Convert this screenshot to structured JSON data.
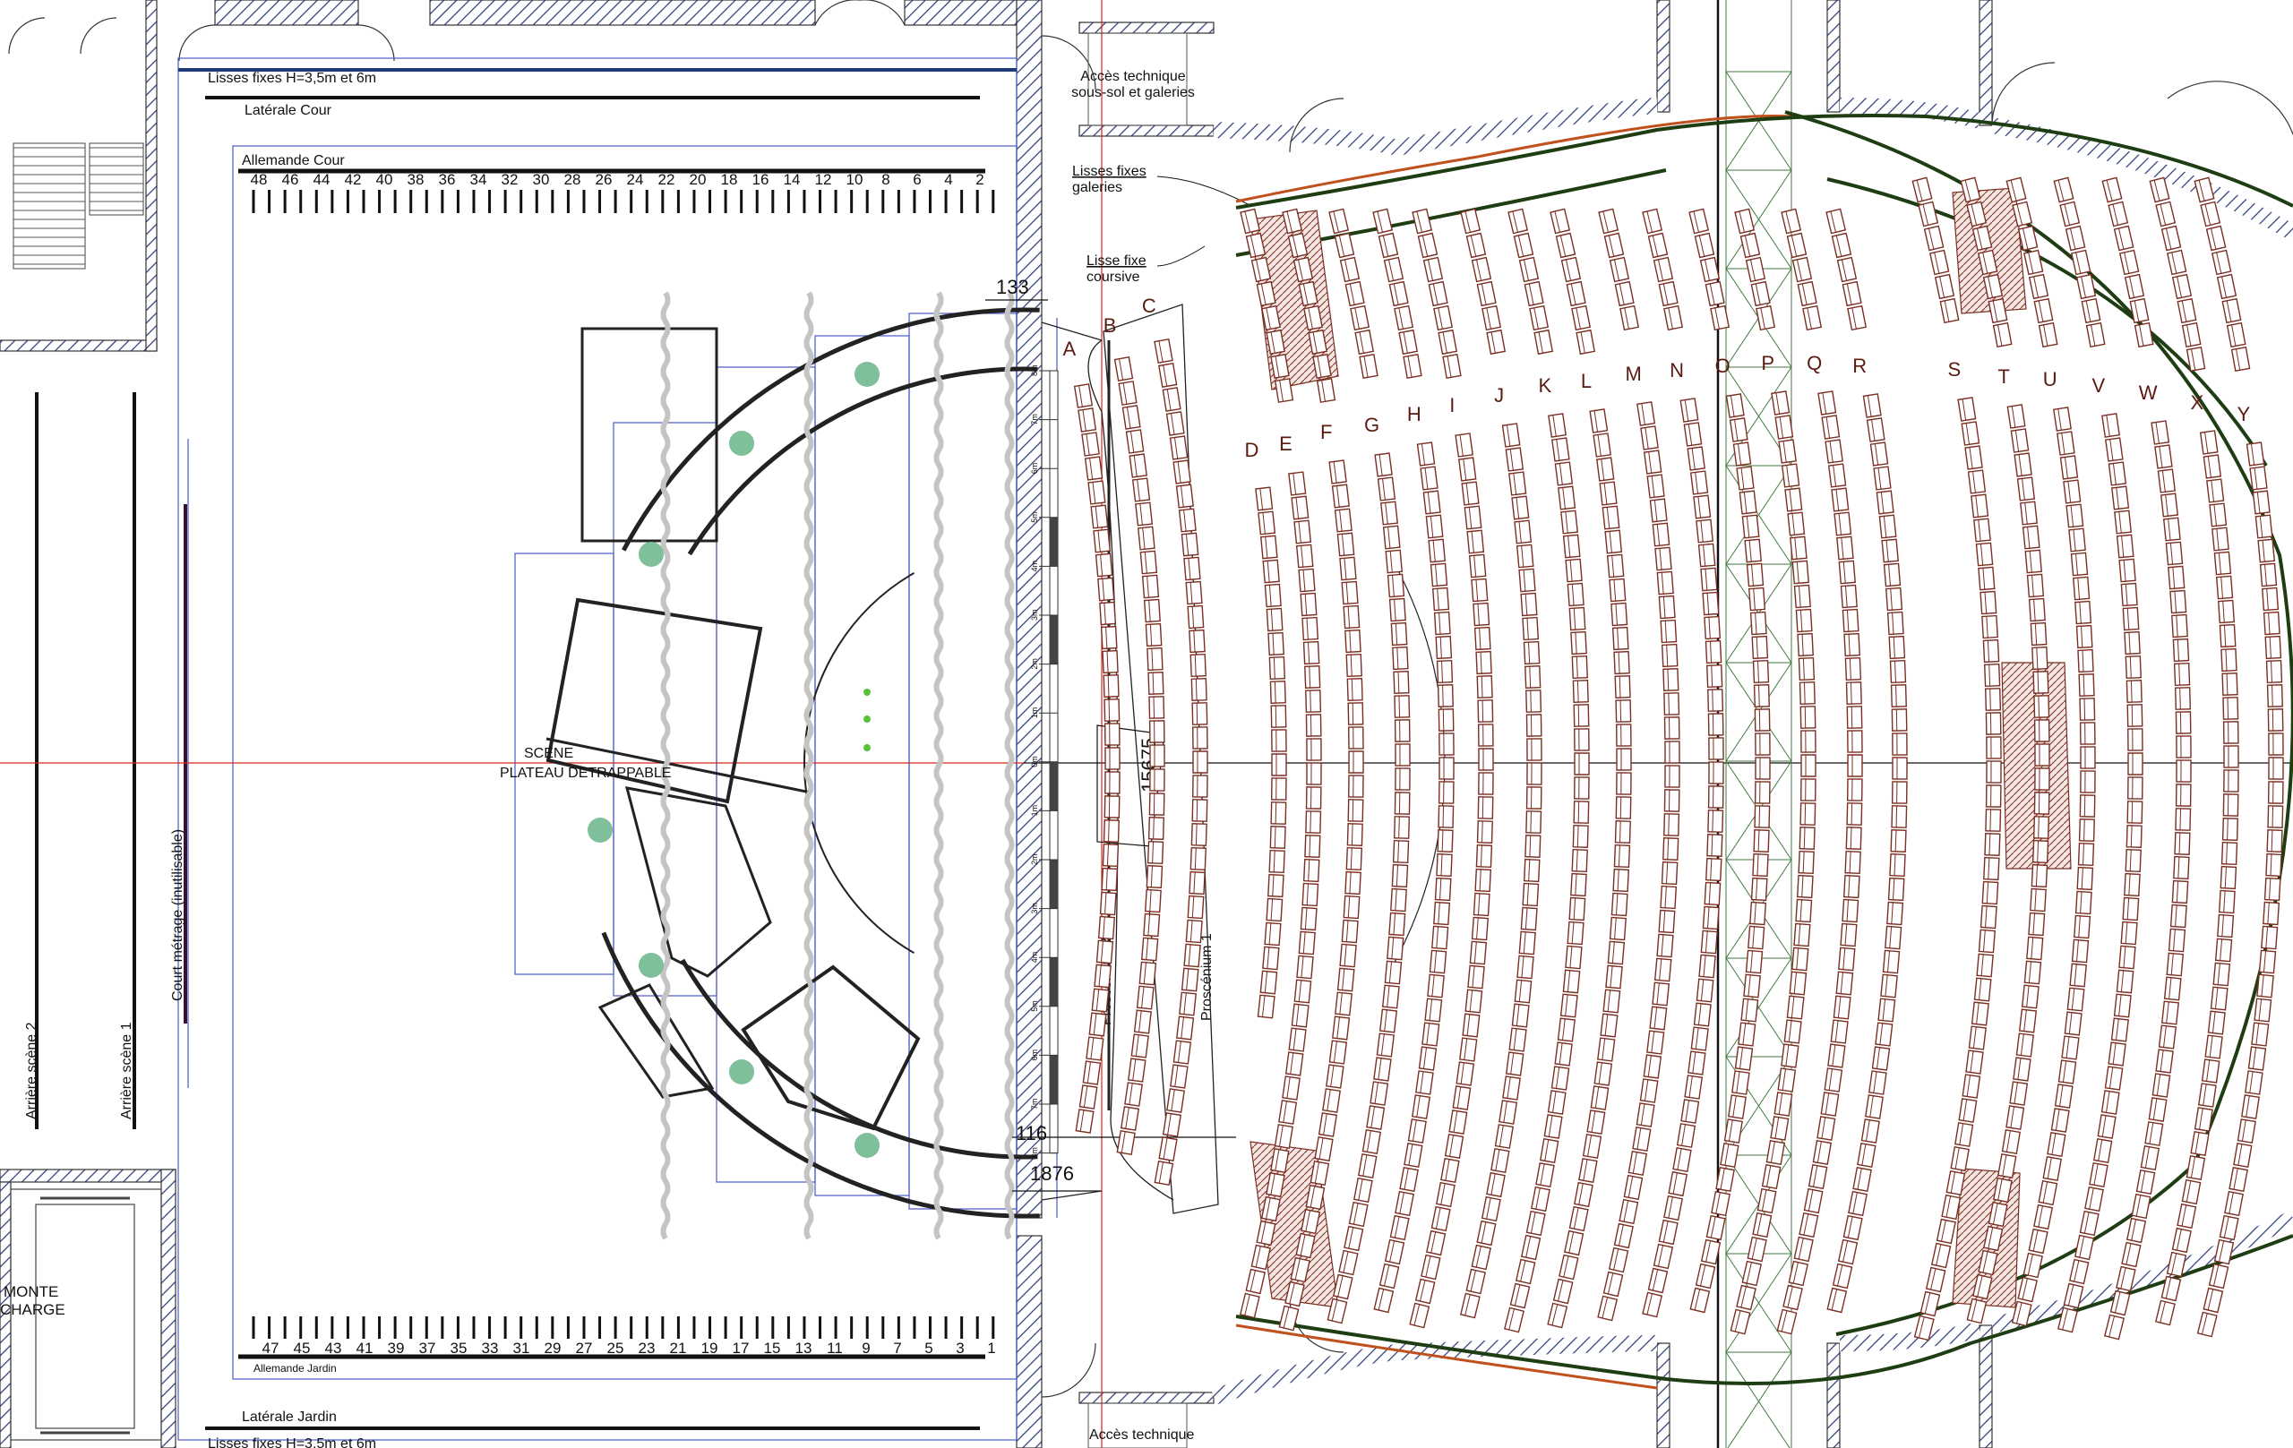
{
  "labels": {
    "lisses_top": "Lisses fixes H=3,5m et 6m",
    "laterale_cour": "Latérale Cour",
    "allemande_cour": "Allemande Cour",
    "allemande_jardin": "Allemande Jardin",
    "laterale_jardin": "Latérale Jardin",
    "lisses_bottom": "Lisses fixes H=3,5m et 6m",
    "arriere_scene_2": "Arrière scène 2",
    "arriere_scene_1": "Arrière scène 1",
    "court_metrage": "Court métrage (inutilisable)",
    "monte": "MONTE",
    "charge": "CHARGE",
    "scene": "SCENE",
    "plateau": "PLATEAU DETRAPPABLE",
    "acces_top_1": "Accès technique",
    "acces_top_2": "sous-sol et galeries",
    "lisses_galeries_1": "Lisses fixes",
    "lisses_galeries_2": "galeries",
    "lisse_coursive_1": "Lisse fixe",
    "lisse_coursive_2": "coursive",
    "acces_bottom": "Accès technique",
    "proscenium_1": "Proscénium 1",
    "proscenium_2": "Proscénium 2"
  },
  "dimensions": {
    "d133": "133",
    "d116": "116",
    "d1876": "1876",
    "d15675": "15675"
  },
  "batten_numbers_cour": [
    "48",
    "46",
    "44",
    "42",
    "40",
    "38",
    "36",
    "34",
    "32",
    "30",
    "28",
    "26",
    "24",
    "22",
    "20",
    "18",
    "16",
    "14",
    "12",
    "10",
    "8",
    "6",
    "4",
    "2"
  ],
  "batten_numbers_jardin": [
    "47",
    "45",
    "43",
    "41",
    "39",
    "37",
    "35",
    "33",
    "31",
    "29",
    "27",
    "25",
    "23",
    "21",
    "19",
    "17",
    "15",
    "13",
    "11",
    "9",
    "7",
    "5",
    "3",
    "1"
  ],
  "scale_bar_labels": [
    "8m",
    "7m",
    "6m",
    "5m",
    "4m",
    "3m",
    "2m",
    "1m",
    "0m",
    "1m",
    "2m",
    "3m",
    "4m",
    "5m",
    "6m",
    "7m",
    "8m"
  ],
  "row_labels": [
    "A",
    "B",
    "C",
    "D",
    "E",
    "F",
    "G",
    "H",
    "I",
    "J",
    "K",
    "L",
    "M",
    "N",
    "O",
    "P",
    "Q",
    "R",
    "S",
    "T",
    "U",
    "V",
    "W",
    "X",
    "Y"
  ],
  "colors": {
    "wall_hatch": "#2e3d7a",
    "seat": "#7b2e22",
    "axis_red": "#d9261c",
    "guide_blue": "#4a5bc4",
    "truss_green": "#3f7a3f",
    "rail_green": "#1f3d12",
    "pillar_green": "#7fbf9a"
  }
}
